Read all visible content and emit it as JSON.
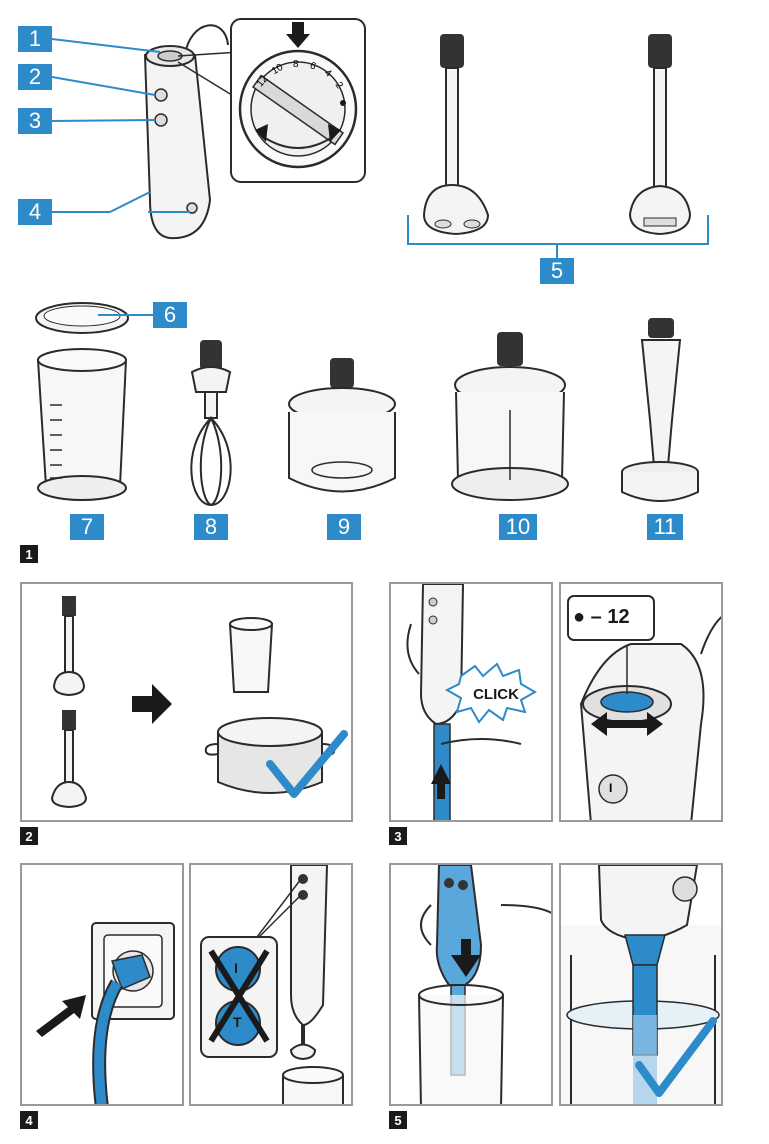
{
  "callouts": [
    "1",
    "2",
    "3",
    "4",
    "5",
    "6",
    "7",
    "8",
    "9",
    "10",
    "11"
  ],
  "figures": [
    "1",
    "2",
    "3",
    "4",
    "5"
  ],
  "dial": {
    "scale": [
      "12",
      "10",
      "8",
      "6",
      "4",
      "2"
    ]
  },
  "speed_label": {
    "dot": "●",
    "range": "– 12"
  },
  "click_label": "CLICK",
  "switches": {
    "i": "I",
    "t": "T"
  },
  "colors": {
    "accent": "#2e8bc9",
    "panel_border": "#9a9a9a",
    "ink": "#2b2b2b"
  }
}
